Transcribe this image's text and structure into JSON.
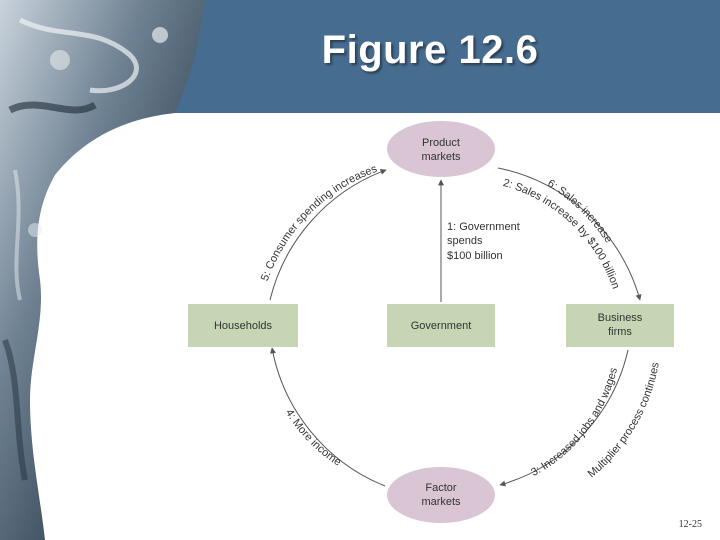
{
  "slide": {
    "title": "Figure 12.6",
    "page_number": "12-25"
  },
  "diagram": {
    "nodes": {
      "product_markets": [
        "Product",
        "markets"
      ],
      "factor_markets": [
        "Factor",
        "markets"
      ],
      "households": "Households",
      "government": "Government",
      "business_firms": [
        "Business",
        "firms"
      ]
    },
    "government_label": [
      "1: Government",
      "spends",
      "$100 billion"
    ],
    "arc_labels": {
      "sales_increase_100": "2: Sales increase by $100 billion",
      "jobs_wages": "3: Increased jobs and wages",
      "more_income": "4: More income",
      "consumer_spending": "5: Consumer spending increases",
      "sales_increase": "6: Sales increase",
      "multiplier": "Multiplier process continues"
    }
  },
  "colors": {
    "title_bar": "#466c8f",
    "market_oval": "#d9c5d3",
    "sector_box": "#c6d6b4",
    "arrow": "#555555"
  }
}
